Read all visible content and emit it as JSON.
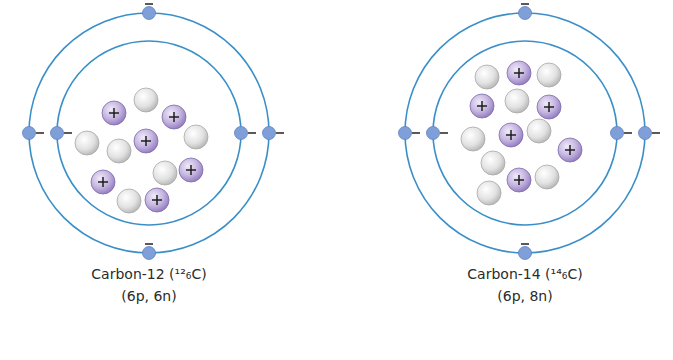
{
  "diagram": {
    "nodes": [
      {
        "text": [
          "Carbon-12 (¹²₆C)",
          "(6p, 6n)"
        ]
      },
      {
        "text": [
          "Carbon-14 (¹⁴₆C)",
          "(6p, 8n)"
        ]
      }
    ]
  }
}
